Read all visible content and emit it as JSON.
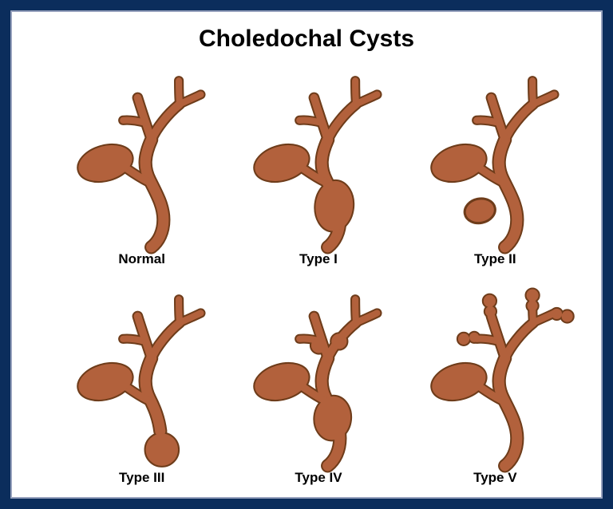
{
  "title": "Choledochal Cysts",
  "colors": {
    "frame": "#0b2d5c",
    "background": "#ffffff",
    "inner_edge": "#96a1bd",
    "duct_fill": "#b2613c",
    "duct_outline": "#6e3c1a",
    "text": "#000000"
  },
  "panels": [
    {
      "label": "Normal",
      "figure": "biliary-tree-normal"
    },
    {
      "label": "Type I",
      "figure": "biliary-tree-fusiform-cbd-dilation"
    },
    {
      "label": "Type II",
      "figure": "biliary-tree-cbd-diverticulum"
    },
    {
      "label": "Type III",
      "figure": "biliary-tree-choledochocele"
    },
    {
      "label": "Type IV",
      "figure": "biliary-tree-intra-and-extrahepatic-dilation"
    },
    {
      "label": "Type V",
      "figure": "biliary-tree-intrahepatic-saccular-dilations"
    }
  ]
}
